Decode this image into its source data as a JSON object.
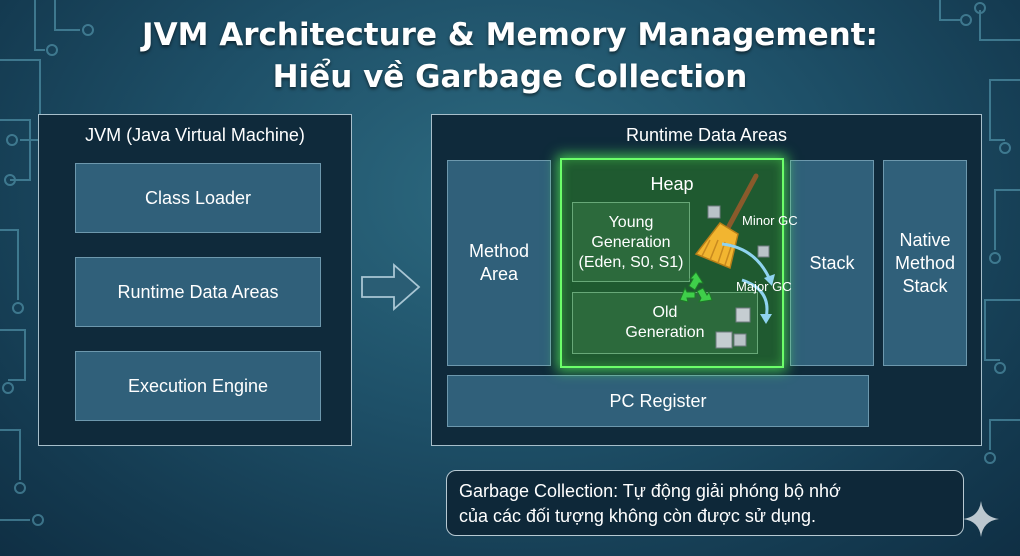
{
  "title": {
    "line1": "JVM Architecture & Memory Management:",
    "line2": "Hiểu về Garbage Collection"
  },
  "jvm_panel": {
    "title": "JVM (Java Virtual Machine)",
    "blocks": [
      "Class Loader",
      "Runtime Data Areas",
      "Execution Engine"
    ]
  },
  "runtime_panel": {
    "title": "Runtime Data Areas",
    "method_area": [
      "Method",
      "Area"
    ],
    "heap": {
      "title": "Heap",
      "young": [
        "Young",
        "Generation",
        "(Eden, S0, S1)"
      ],
      "old": [
        "Old",
        "Generation"
      ],
      "minor_gc": "Minor GC",
      "major_gc": "Major GC"
    },
    "stack": "Stack",
    "native_method_stack": [
      "Native",
      "Method",
      "Stack"
    ],
    "pc_register": "PC Register"
  },
  "note": {
    "line1": "Garbage Collection: Tự động giải phóng bộ nhớ",
    "line2": "của các đối tượng không còn được sử dụng."
  },
  "colors": {
    "background": "#1e5068",
    "panel": "#0f2a3b",
    "block": "#30607a",
    "heap_glow": "#6cff6a",
    "heap_fill": "#1f5a30"
  },
  "icons": [
    "broom-icon",
    "recycle-icon",
    "memory-cube-icon",
    "arrow-right-icon",
    "sparkle-icon"
  ]
}
